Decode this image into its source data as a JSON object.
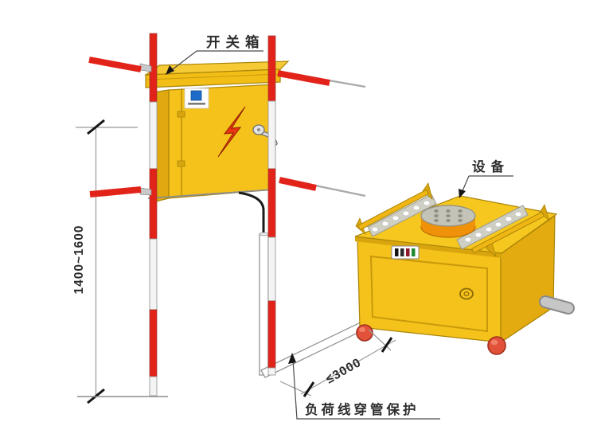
{
  "diagram": {
    "labels": {
      "switch_box": "开关箱",
      "equipment": "设备",
      "load_line_protection": "负荷线穿管保护"
    },
    "dimensions": {
      "mount_height": "1400~1600",
      "max_distance": "≤3000"
    },
    "colors": {
      "cabinet_yellow": "#F5C21B",
      "cabinet_shade": "#E0A90F",
      "lid_yellow": "#F6CA35",
      "warning_red": "#E2231A",
      "lightning_red": "#E8340F",
      "pole_white": "#F4F4F4",
      "conduit_white": "#FFFFFF",
      "disc_orange": "#EF9209",
      "disc_top_gray": "#C3C3B8",
      "strip_gray": "#CFCFC4",
      "wheel_red": "#E2523B",
      "line_gray": "#8C8C8C",
      "text_dark": "#2E2E2E",
      "logo_blue": "#1E6BC8"
    }
  }
}
